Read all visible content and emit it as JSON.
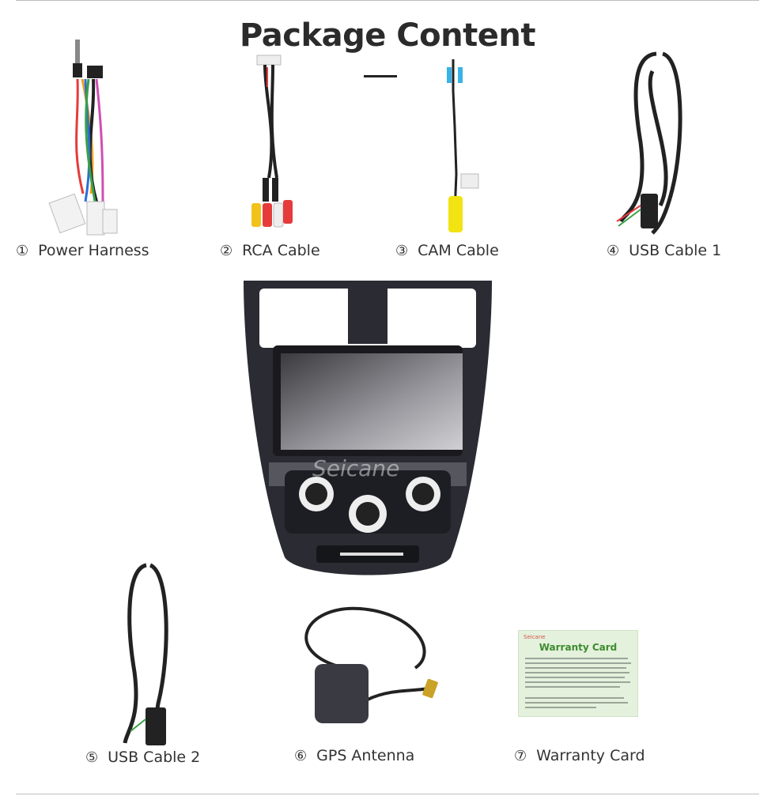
{
  "title": "Package Content",
  "items": [
    {
      "num": "①",
      "label": "Power Harness",
      "icon": "power-harness"
    },
    {
      "num": "②",
      "label": "RCA Cable",
      "icon": "rca-cable"
    },
    {
      "num": "③",
      "label": "CAM Cable",
      "icon": "cam-cable"
    },
    {
      "num": "④",
      "label": "USB Cable 1",
      "icon": "usb-cable"
    },
    {
      "num": "⑤",
      "label": "USB Cable 2",
      "icon": "usb-cable"
    },
    {
      "num": "⑥",
      "label": "GPS Antenna",
      "icon": "gps-antenna"
    },
    {
      "num": "⑦",
      "label": "Warranty Card",
      "icon": "warranty-card"
    }
  ],
  "watermark": "Seicane",
  "warranty_card": {
    "brand": "Seicane",
    "title": "Warranty Card"
  },
  "colors": {
    "title": "#2b2b2b",
    "card_bg": "#e4f1dc",
    "card_title": "#3d8b2f",
    "unit": "#2a2b33"
  }
}
